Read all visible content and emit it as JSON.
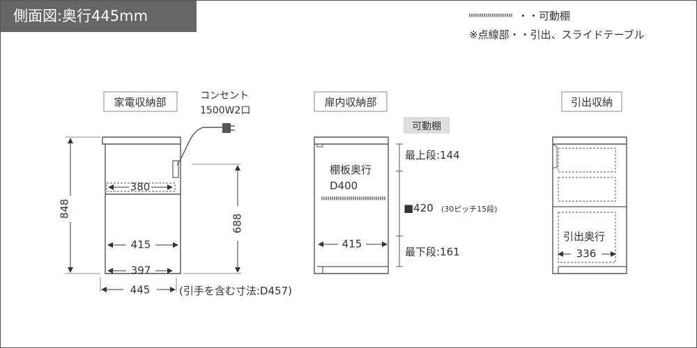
{
  "title": "側面図:奥行445mm",
  "legend": {
    "movable_shelf": "・・可動棚",
    "dotted_note": "※点線部・・引出、スライドテーブル"
  },
  "sections": {
    "appliance": "家電収納部",
    "door": "扉内収納部",
    "drawer": "引出収納"
  },
  "outlet": {
    "line1": "コンセント",
    "line2": "1500W2口"
  },
  "dims": {
    "overall_height": "848",
    "appliance_width_380": "380",
    "appliance_415": "415",
    "appliance_397": "397",
    "total_depth": "445",
    "total_depth_note": "(引手を含む寸法:D457)",
    "height_688": "688",
    "door_415": "415",
    "drawer_336": "336"
  },
  "door": {
    "shelf_label": "可動棚",
    "shelf_depth_line1": "棚板奥行",
    "shelf_depth_line2": "D400",
    "top_level": "最上段:144",
    "pitch_main": "■420",
    "pitch_note": "(30ピッチ15段)",
    "bottom_level": "最下段:161"
  },
  "drawer": {
    "depth_label": "引出奥行"
  }
}
